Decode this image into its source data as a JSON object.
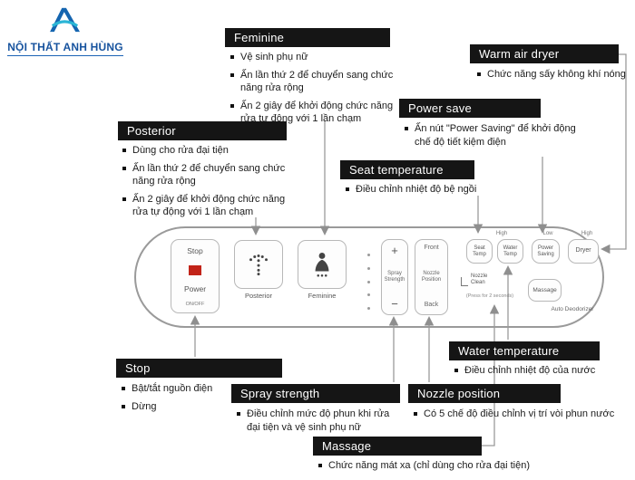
{
  "logo": {
    "brand": "NỘI THẤT ANH HÙNG"
  },
  "callouts": {
    "feminine": {
      "title": "Feminine",
      "bullets": [
        "Vệ sinh phụ nữ",
        "Ấn lần thứ 2 để chuyển sang chức năng rửa rộng",
        "Ấn 2 giây để khởi động chức năng rửa tự động với 1 lần chạm"
      ]
    },
    "warm_air_dryer": {
      "title": "Warm air dryer",
      "bullets": [
        "Chức năng sấy không khí nóng"
      ]
    },
    "power_save": {
      "title": "Power save",
      "bullets": [
        "Ấn nút \"Power Saving\" để khởi động chế độ tiết kiệm điện"
      ]
    },
    "posterior": {
      "title": "Posterior",
      "bullets": [
        "Dùng cho rửa đại tiện",
        "Ấn lần thứ 2 để chuyển sang chức năng rửa rộng",
        "Ấn 2 giây để khởi động chức năng rửa tự động với 1 lần chạm"
      ]
    },
    "seat_temperature": {
      "title": "Seat temperature",
      "bullets": [
        "Điều chỉnh nhiệt độ bệ ngồi"
      ]
    },
    "stop": {
      "title": "Stop",
      "bullets": [
        "Bật/tắt nguồn điện",
        "Dừng"
      ]
    },
    "spray_strength": {
      "title": "Spray strength",
      "bullets": [
        "Điều chỉnh mức độ phun khi rửa đại tiện và vệ sinh phụ nữ"
      ]
    },
    "nozzle_position": {
      "title": "Nozzle position",
      "bullets": [
        "Có 5 chế độ điều chỉnh vị trí vòi phun nước"
      ]
    },
    "water_temperature": {
      "title": "Water temperature",
      "bullets": [
        "Điều chỉnh nhiệt độ của nước"
      ]
    },
    "massage": {
      "title": "Massage",
      "bullets": [
        "Chức năng mát xa (chỉ dùng cho rửa đại tiện)"
      ]
    }
  },
  "panel": {
    "stop": {
      "label": "Stop",
      "power": "Power",
      "onoff": "ON/OFF"
    },
    "posterior_label": "Posterior",
    "feminine_label": "Feminine",
    "spray": {
      "plus": "+",
      "minus": "−",
      "name_line1": "Spray",
      "name_line2": "Strength"
    },
    "nozzle": {
      "front": "Front",
      "name_line1": "Nozzle",
      "name_line2": "Position",
      "back": "Back"
    },
    "scale": {
      "high_left": "High",
      "low": "Low",
      "high_right": "High"
    },
    "buttons": {
      "seat_temp": "Seat Temp",
      "water_temp": "Water Temp",
      "power_saving": "Power Saving",
      "dryer": "Dryer",
      "massage": "Massage"
    },
    "nozzle_clean": {
      "line1": "Nozzle",
      "line2": "Clean",
      "sub": "(Press for 2 seconds)"
    },
    "auto_deodorizer": "Auto Deodorizer"
  },
  "colors": {
    "bar_bg": "#151515",
    "brand_blue": "#17539e",
    "brand_teal": "#2ab5d6",
    "stop_red": "#c22318",
    "arrow_gray": "#8f8f8f"
  }
}
